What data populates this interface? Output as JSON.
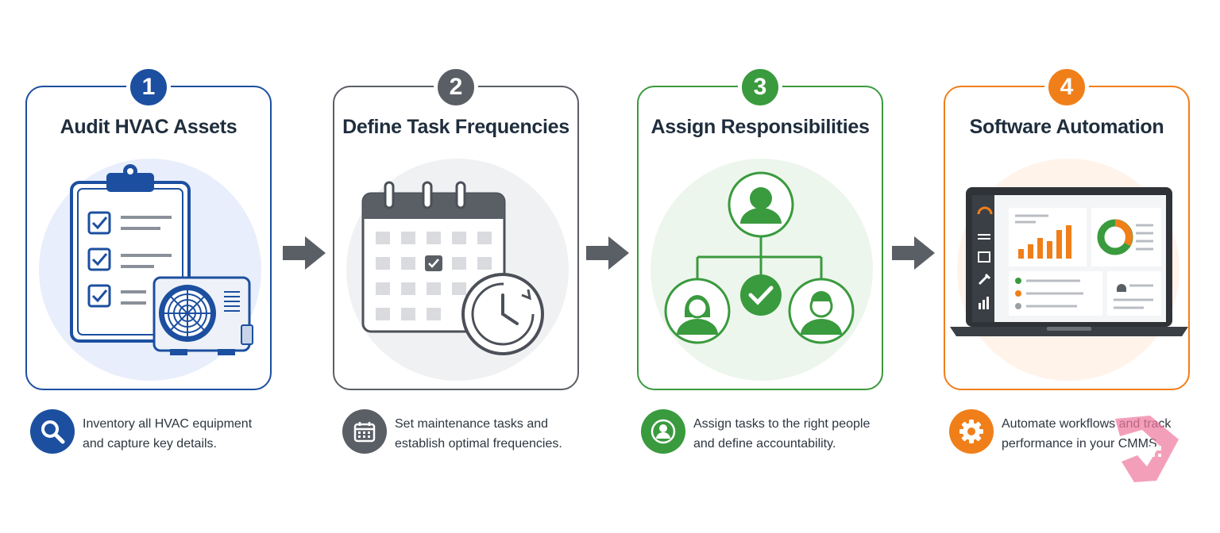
{
  "steps": [
    {
      "number": "1",
      "title": "Audit HVAC Assets",
      "color": "#1c4fa0",
      "desc_line1": "Inventory all HVAC equipment",
      "desc_line2": "and capture key details.",
      "icon": "magnifier-icon"
    },
    {
      "number": "2",
      "title": "Define Task Frequencies",
      "color": "#5a5f66",
      "desc_line1": "Set maintenance tasks and",
      "desc_line2": "establish optimal frequencies.",
      "icon": "calendar-icon"
    },
    {
      "number": "3",
      "title": "Assign Responsibilities",
      "color": "#3a9a3e",
      "desc_line1": "Assign tasks to the right people",
      "desc_line2": "and define accountability.",
      "icon": "person-icon"
    },
    {
      "number": "4",
      "title": "Software Automation",
      "color": "#f07f1a",
      "desc_line1": "Automate workflows and track",
      "desc_line2": "performance in your CMMS.",
      "icon": "gear-icon"
    }
  ],
  "colors": {
    "arrow": "#5a5f66",
    "text": "#1f2d3d"
  }
}
